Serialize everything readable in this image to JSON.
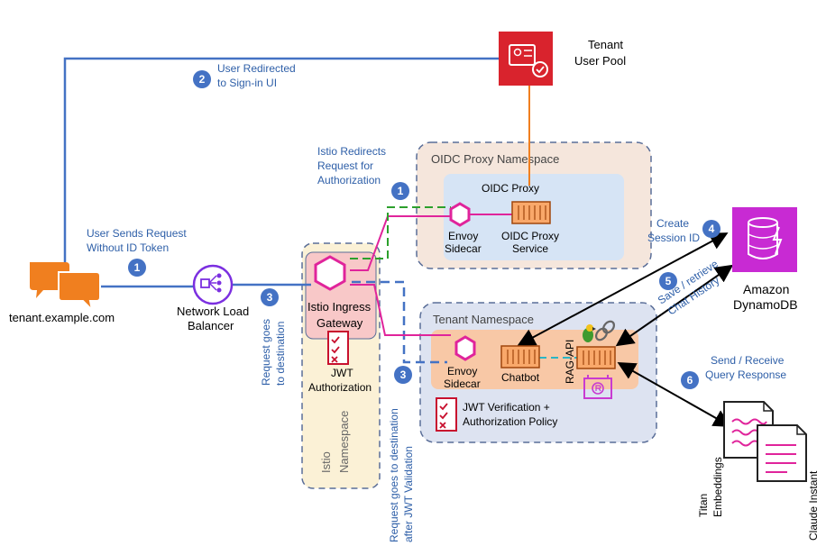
{
  "tenant_user_pool": {
    "line1": "Tenant",
    "line2": "User Pool"
  },
  "client": {
    "label": "tenant.example.com"
  },
  "nlb": {
    "line1": "Network Load",
    "line2": "Balancer"
  },
  "dynamodb": {
    "line1": "Amazon",
    "line2": "DynamoDB"
  },
  "oidc_namespace": {
    "title": "OIDC Proxy Namespace",
    "proxy_title": "OIDC Proxy",
    "envoy_line1": "Envoy",
    "envoy_line2": "Sidecar",
    "service_line1": "OIDC Proxy",
    "service_line2": "Service"
  },
  "tenant_namespace": {
    "title": "Tenant Namespace",
    "envoy_line1": "Envoy",
    "envoy_line2": "Sidecar",
    "chatbot": "Chatbot",
    "rag_api": "RAG-API",
    "jwt_line1": "JWT Verification +",
    "jwt_line2": "Authorization Policy"
  },
  "istio_namespace": {
    "title_line1": "Istio",
    "title_line2": "Namespace",
    "gateway_line1": "Istio Ingress",
    "gateway_line2": "Gateway",
    "jwt_line1": "JWT",
    "jwt_line2": "Authorization"
  },
  "steps": {
    "s1_client": {
      "num": "1",
      "line1": "User Sends Request",
      "line2": "Without ID Token"
    },
    "s1_istio": {
      "num": "1",
      "line1": "Istio Redirects",
      "line2": "Request for",
      "line3": "Authorization"
    },
    "s2": {
      "num": "2",
      "line1": "User Redirected",
      "line2": "to Sign-in UI"
    },
    "s3_nlb": {
      "num": "3",
      "line1": "Request goes",
      "line2": "to destination"
    },
    "s3_tenant": {
      "num": "3",
      "line1": "Request goes to destination",
      "line2": "after JWT Validation"
    },
    "s4": {
      "num": "4",
      "line1": "Create",
      "line2": "Session ID"
    },
    "s5": {
      "num": "5",
      "line1": "Save / retrieve",
      "line2": "Chat History"
    },
    "s6": {
      "num": "6",
      "line1": "Send / Receive",
      "line2": "Query Response"
    }
  },
  "docs": {
    "titan_line1": "Titan",
    "titan_line2": "Embeddings",
    "claude": "Claude Instant"
  },
  "colors": {
    "blue_line": "#4472c4",
    "magenta": "#e0249b",
    "green": "#2ca02c",
    "orange": "#f07f1f",
    "step_badge": "#4472c4",
    "text_blue": "#2e5fa8",
    "cognito_red": "#d9232d",
    "dynamo_purple": "#c82ad3"
  }
}
